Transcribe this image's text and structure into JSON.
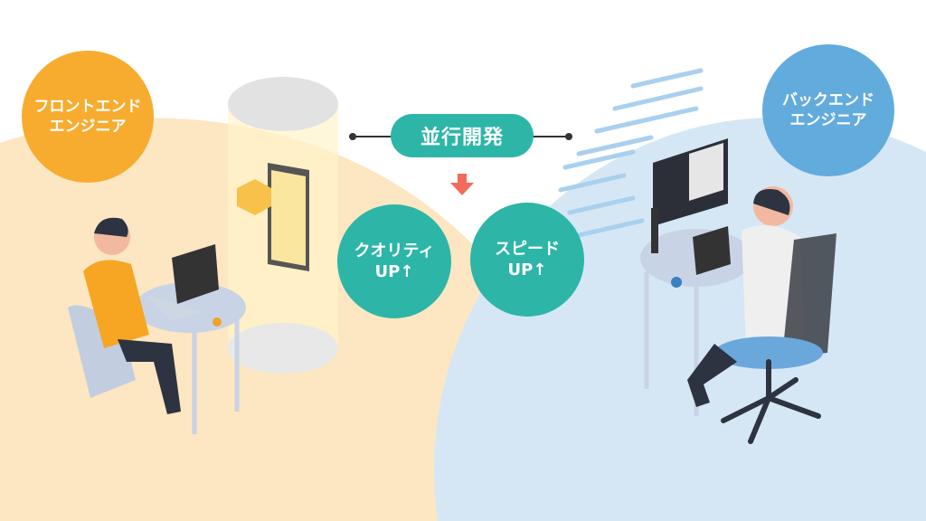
{
  "frontend": {
    "label_line1": "フロントエンド",
    "label_line2": "エンジニア",
    "color": "#f7ac2f"
  },
  "backend": {
    "label_line1": "バックエンド",
    "label_line2": "エンジニア",
    "color": "#62abdd"
  },
  "center": {
    "title": "並行開発",
    "arrow_icon": "arrow-down-icon",
    "benefits": [
      {
        "line1": "クオリティ",
        "line2": "UP↑"
      },
      {
        "line1": "スピード",
        "line2": "UP↑"
      }
    ],
    "accent": "#2db5a8",
    "arrow_color": "#f26b5b"
  }
}
